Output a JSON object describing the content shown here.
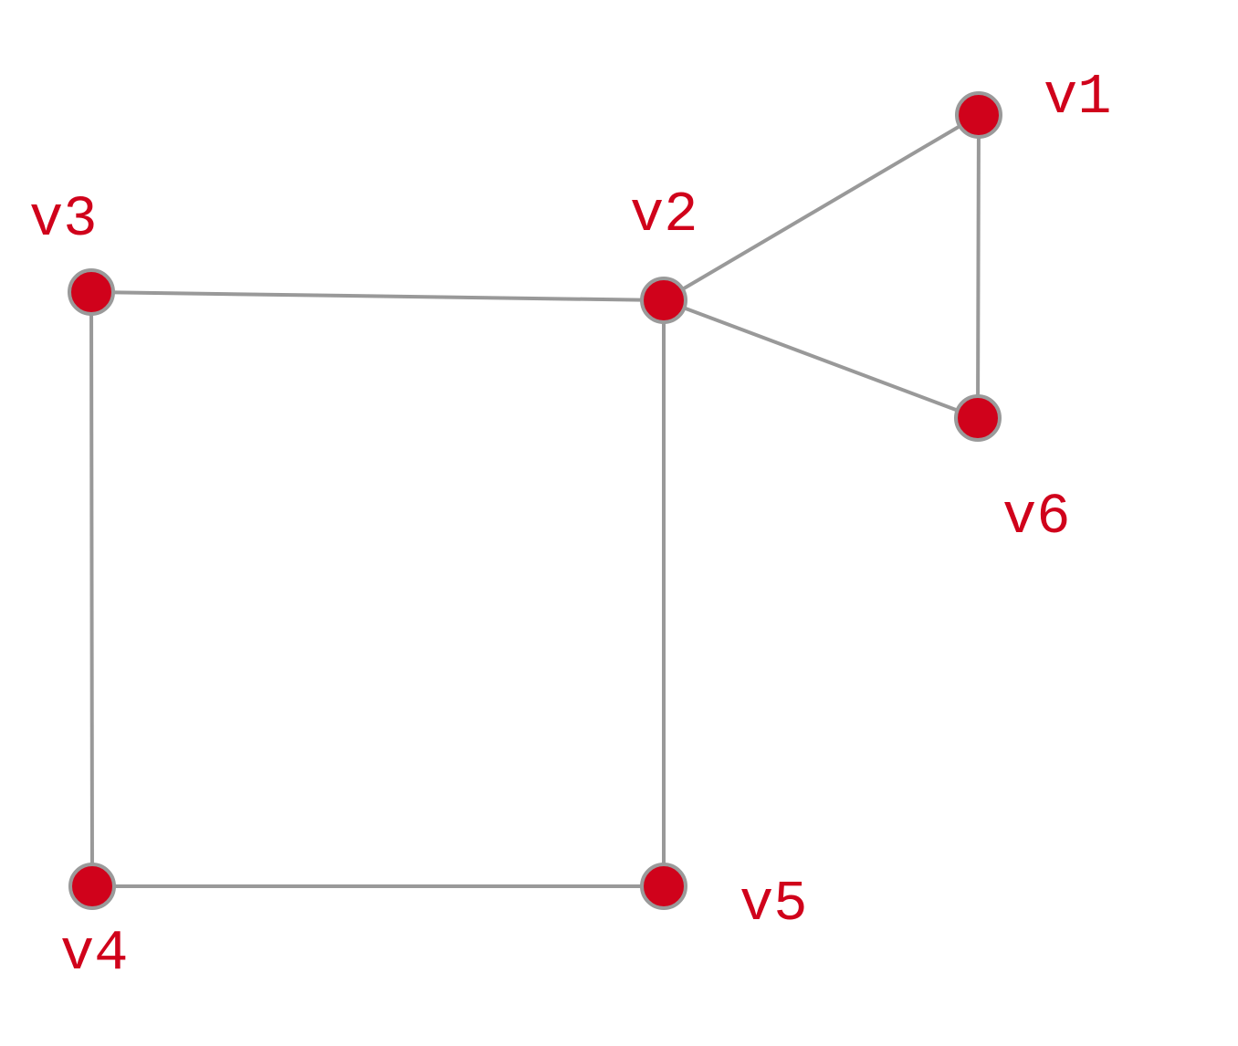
{
  "diagram": {
    "type": "undirected-graph",
    "colors": {
      "node_fill": "#d0021b",
      "node_stroke": "#9a9a9a",
      "edge": "#999999",
      "label": "#d0021b",
      "background": "#ffffff"
    },
    "nodes": [
      {
        "id": "v1",
        "label": "v1"
      },
      {
        "id": "v2",
        "label": "v2"
      },
      {
        "id": "v3",
        "label": "v3"
      },
      {
        "id": "v4",
        "label": "v4"
      },
      {
        "id": "v5",
        "label": "v5"
      },
      {
        "id": "v6",
        "label": "v6"
      }
    ],
    "edges": [
      {
        "from": "v3",
        "to": "v2"
      },
      {
        "from": "v3",
        "to": "v4"
      },
      {
        "from": "v4",
        "to": "v5"
      },
      {
        "from": "v2",
        "to": "v5"
      },
      {
        "from": "v2",
        "to": "v1"
      },
      {
        "from": "v2",
        "to": "v6"
      },
      {
        "from": "v1",
        "to": "v6"
      }
    ]
  }
}
